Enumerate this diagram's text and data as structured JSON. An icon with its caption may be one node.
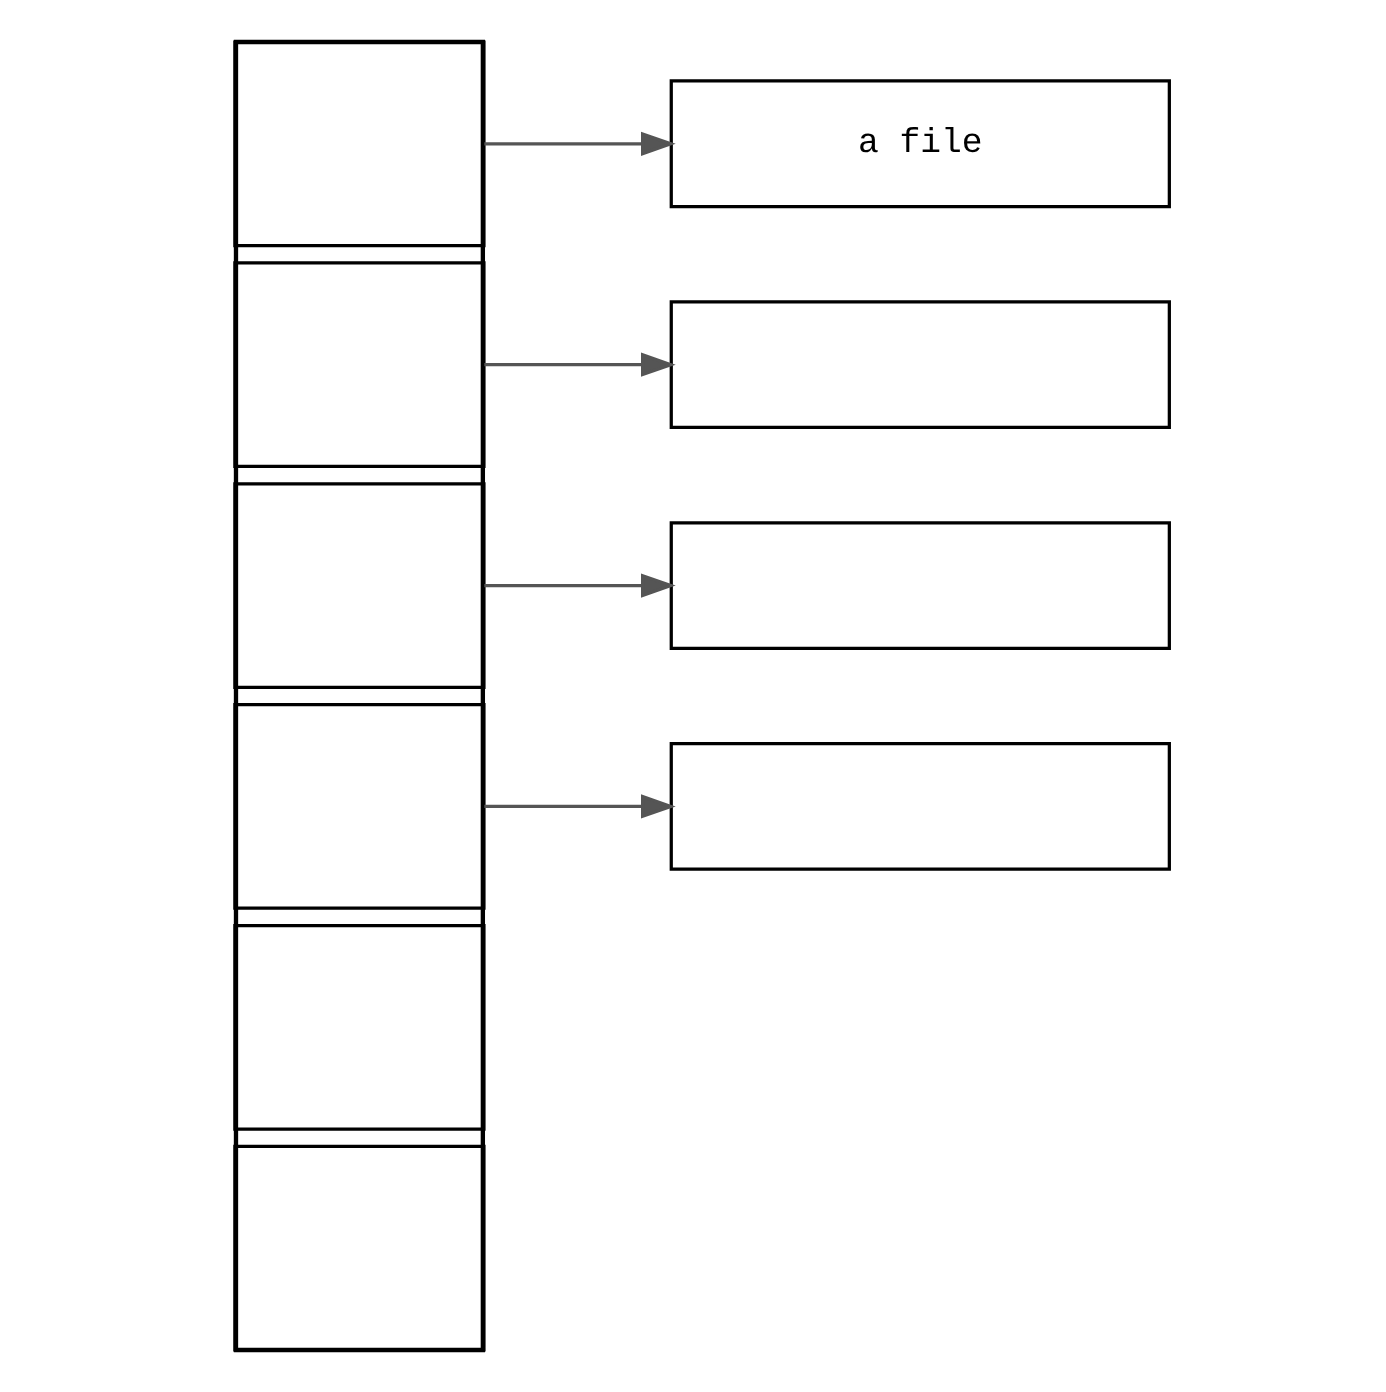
{
  "diagram": {
    "nodes": [
      {
        "text": [],
        "shape": "box"
      },
      {
        "text": [],
        "shape": "box",
        "in": 0
      },
      {
        "text": [],
        "shape": "box",
        "in": 0
      },
      {
        "text": [],
        "shape": "box",
        "in": 0
      },
      {
        "text": [],
        "shape": "box",
        "in": 0
      },
      {
        "text": [],
        "shape": "box",
        "in": 0
      },
      {
        "text": [],
        "shape": "box",
        "in": 0
      },
      {
        "text": [
          "a file"
        ]
      },
      {
        "text": [],
        "shape": "box"
      },
      {
        "text": [],
        "shape": "box"
      },
      {
        "text": [],
        "shape": "box"
      }
    ],
    "edges": [
      {
        "from": 1,
        "to": 7,
        "arrow": "to"
      },
      {
        "from": 2,
        "to": 8,
        "arrow": "to"
      },
      {
        "from": 3,
        "to": 9,
        "arrow": "to"
      },
      {
        "from": 4,
        "to": 10,
        "arrow": "to"
      }
    ]
  }
}
